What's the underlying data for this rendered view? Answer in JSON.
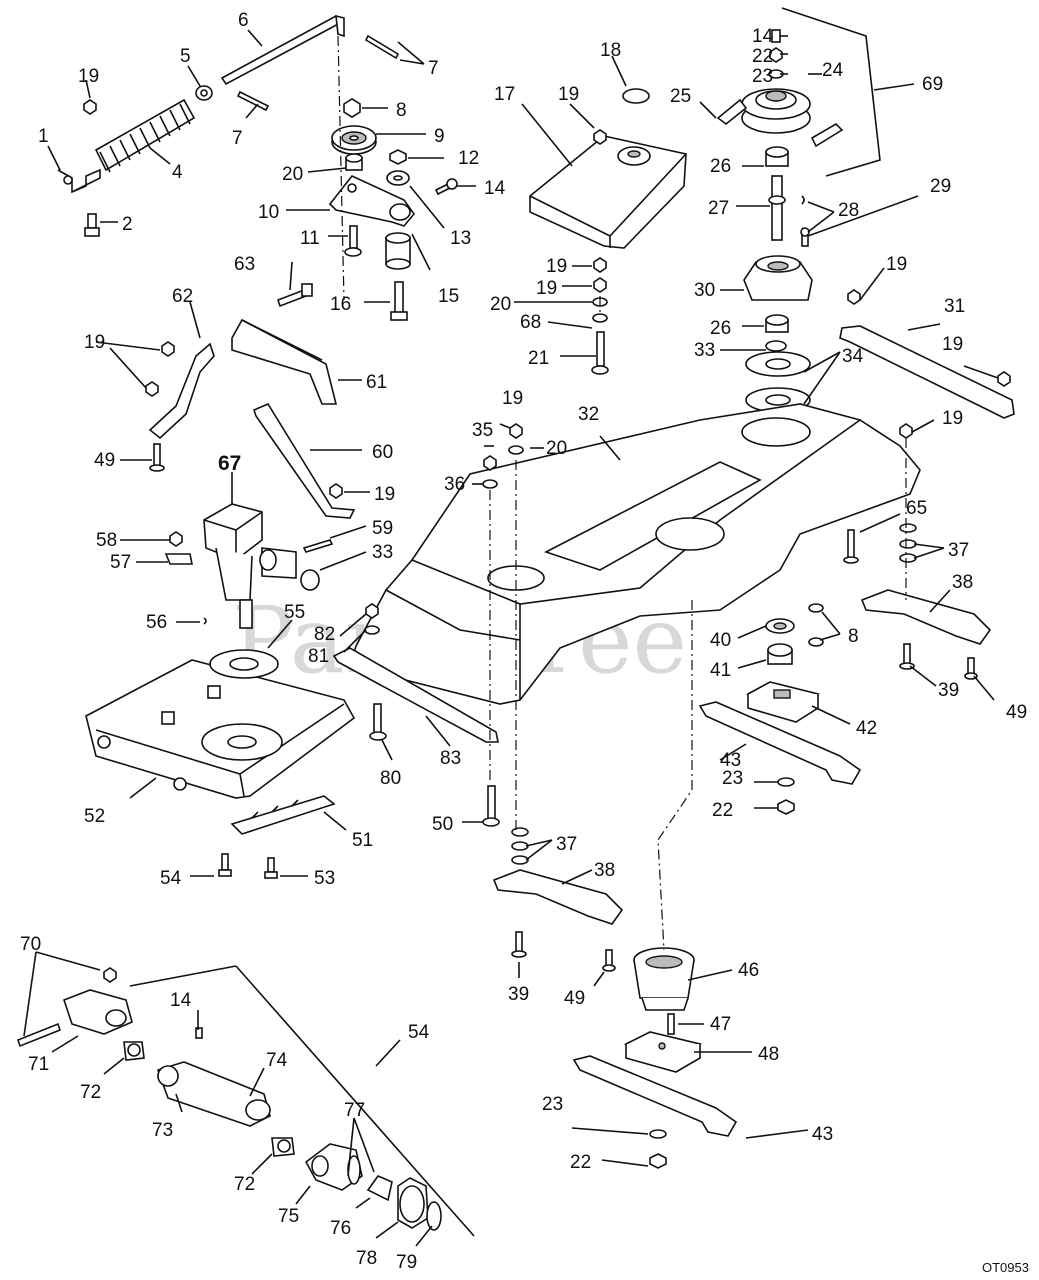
{
  "watermark": "PartsTree",
  "drawing_code": "OT0953",
  "callouts": [
    {
      "id": "c1",
      "text": "1"
    },
    {
      "id": "c2",
      "text": "2"
    },
    {
      "id": "c4",
      "text": "4"
    },
    {
      "id": "c5",
      "text": "5"
    },
    {
      "id": "c6",
      "text": "6"
    },
    {
      "id": "c7a",
      "text": "7"
    },
    {
      "id": "c7b",
      "text": "7"
    },
    {
      "id": "c8a",
      "text": "8"
    },
    {
      "id": "c8b",
      "text": "8"
    },
    {
      "id": "c9",
      "text": "9"
    },
    {
      "id": "c10",
      "text": "10"
    },
    {
      "id": "c11",
      "text": "11"
    },
    {
      "id": "c12",
      "text": "12"
    },
    {
      "id": "c13",
      "text": "13"
    },
    {
      "id": "c14a",
      "text": "14"
    },
    {
      "id": "c14b",
      "text": "14"
    },
    {
      "id": "c14c",
      "text": "14"
    },
    {
      "id": "c15",
      "text": "15"
    },
    {
      "id": "c16",
      "text": "16"
    },
    {
      "id": "c17",
      "text": "17"
    },
    {
      "id": "c18",
      "text": "18"
    },
    {
      "id": "c19a",
      "text": "19"
    },
    {
      "id": "c19b",
      "text": "19"
    },
    {
      "id": "c19c",
      "text": "19"
    },
    {
      "id": "c19d",
      "text": "19"
    },
    {
      "id": "c19e",
      "text": "19"
    },
    {
      "id": "c19f",
      "text": "19"
    },
    {
      "id": "c19g",
      "text": "19"
    },
    {
      "id": "c19h",
      "text": "19"
    },
    {
      "id": "c19i",
      "text": "19"
    },
    {
      "id": "c19j",
      "text": "19"
    },
    {
      "id": "c20a",
      "text": "20"
    },
    {
      "id": "c20b",
      "text": "20"
    },
    {
      "id": "c20c",
      "text": "20"
    },
    {
      "id": "c21",
      "text": "21"
    },
    {
      "id": "c22a",
      "text": "22"
    },
    {
      "id": "c22b",
      "text": "22"
    },
    {
      "id": "c22c",
      "text": "22"
    },
    {
      "id": "c23a",
      "text": "23"
    },
    {
      "id": "c23b",
      "text": "23"
    },
    {
      "id": "c23c",
      "text": "23"
    },
    {
      "id": "c24",
      "text": "24"
    },
    {
      "id": "c25",
      "text": "25"
    },
    {
      "id": "c26a",
      "text": "26"
    },
    {
      "id": "c26b",
      "text": "26"
    },
    {
      "id": "c27",
      "text": "27"
    },
    {
      "id": "c28",
      "text": "28"
    },
    {
      "id": "c29",
      "text": "29"
    },
    {
      "id": "c30",
      "text": "30"
    },
    {
      "id": "c31",
      "text": "31"
    },
    {
      "id": "c32",
      "text": "32"
    },
    {
      "id": "c33a",
      "text": "33"
    },
    {
      "id": "c33b",
      "text": "33"
    },
    {
      "id": "c34",
      "text": "34"
    },
    {
      "id": "c35",
      "text": "35"
    },
    {
      "id": "c36",
      "text": "36"
    },
    {
      "id": "c37a",
      "text": "37"
    },
    {
      "id": "c37b",
      "text": "37"
    },
    {
      "id": "c38a",
      "text": "38"
    },
    {
      "id": "c38b",
      "text": "38"
    },
    {
      "id": "c39a",
      "text": "39"
    },
    {
      "id": "c39b",
      "text": "39"
    },
    {
      "id": "c40",
      "text": "40"
    },
    {
      "id": "c41",
      "text": "41"
    },
    {
      "id": "c42",
      "text": "42"
    },
    {
      "id": "c43a",
      "text": "43"
    },
    {
      "id": "c43b",
      "text": "43"
    },
    {
      "id": "c46",
      "text": "46"
    },
    {
      "id": "c47",
      "text": "47"
    },
    {
      "id": "c48",
      "text": "48"
    },
    {
      "id": "c49a",
      "text": "49"
    },
    {
      "id": "c49b",
      "text": "49"
    },
    {
      "id": "c49c",
      "text": "49"
    },
    {
      "id": "c50",
      "text": "50"
    },
    {
      "id": "c51",
      "text": "51"
    },
    {
      "id": "c52",
      "text": "52"
    },
    {
      "id": "c53",
      "text": "53"
    },
    {
      "id": "c54a",
      "text": "54"
    },
    {
      "id": "c54b",
      "text": "54"
    },
    {
      "id": "c55",
      "text": "55"
    },
    {
      "id": "c56",
      "text": "56"
    },
    {
      "id": "c57",
      "text": "57"
    },
    {
      "id": "c58",
      "text": "58"
    },
    {
      "id": "c59",
      "text": "59"
    },
    {
      "id": "c60",
      "text": "60"
    },
    {
      "id": "c61",
      "text": "61"
    },
    {
      "id": "c62",
      "text": "62"
    },
    {
      "id": "c63",
      "text": "63"
    },
    {
      "id": "c65",
      "text": "65"
    },
    {
      "id": "c67",
      "text": "67"
    },
    {
      "id": "c68",
      "text": "68"
    },
    {
      "id": "c69",
      "text": "69"
    },
    {
      "id": "c70",
      "text": "70"
    },
    {
      "id": "c71",
      "text": "71"
    },
    {
      "id": "c72a",
      "text": "72"
    },
    {
      "id": "c72b",
      "text": "72"
    },
    {
      "id": "c73",
      "text": "73"
    },
    {
      "id": "c74",
      "text": "74"
    },
    {
      "id": "c75",
      "text": "75"
    },
    {
      "id": "c76",
      "text": "76"
    },
    {
      "id": "c77",
      "text": "77"
    },
    {
      "id": "c78",
      "text": "78"
    },
    {
      "id": "c79",
      "text": "79"
    },
    {
      "id": "c80",
      "text": "80"
    },
    {
      "id": "c81",
      "text": "81"
    },
    {
      "id": "c82",
      "text": "82"
    },
    {
      "id": "c83",
      "text": "83"
    }
  ]
}
